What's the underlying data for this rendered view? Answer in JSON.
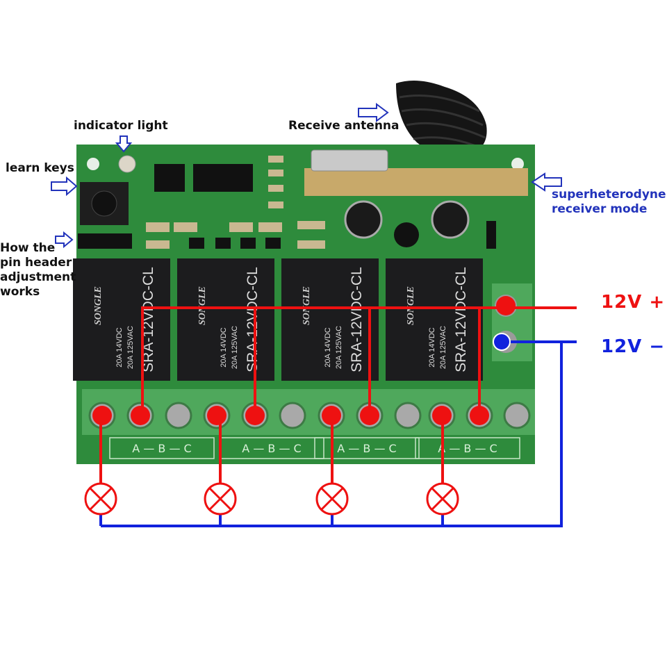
{
  "labels": {
    "indicator_light": "indicator light",
    "receive_antenna": "Receive antenna",
    "learn_keys": "learn keys",
    "pin_header": [
      "How the",
      "pin header",
      "adjustment",
      "works"
    ],
    "receiver_mode": [
      "superheterodyne",
      "receiver mode"
    ]
  },
  "power": {
    "positive": "12V +",
    "negative": "12V −"
  },
  "relays": [
    {
      "model": "SRA-12VDC-CL",
      "brand": "SONGLE",
      "rating1": "20A 14VDC",
      "rating2": "20A 125VAC"
    },
    {
      "model": "SRA-12VDC-CL",
      "brand": "SONGLE",
      "rating1": "20A 14VDC",
      "rating2": "20A 125VAC"
    },
    {
      "model": "SRA-12VDC-CL",
      "brand": "SONGLE",
      "rating1": "20A 14VDC",
      "rating2": "20A 125VAC"
    },
    {
      "model": "SRA-12VDC-CL",
      "brand": "SONGLE",
      "rating1": "20A 14VDC",
      "rating2": "20A 125VAC"
    }
  ],
  "terminal_labels": [
    "A — B — C",
    "A — B — C",
    "A — B — C",
    "A — B — C"
  ],
  "colors": {
    "positive": "#ee1111",
    "negative": "#1122dd",
    "pcb": "#2e8b3c",
    "terminal": "#4fa85c",
    "annotation": "#2233bb"
  }
}
